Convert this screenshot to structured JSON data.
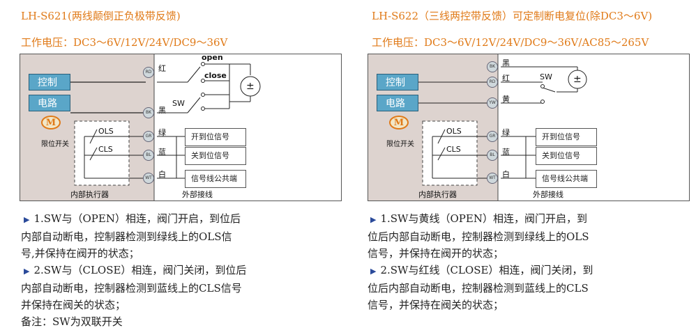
{
  "colors": {
    "orange": "#e07a18",
    "control_blue": "#5aa6c8",
    "bullet_blue": "#2a4a9a"
  },
  "left": {
    "title": "LH-S621(两线颠倒正负极带反馈)",
    "voltage": "工作电压：DC3～6V/12V/24V/DC9～36V",
    "labels": {
      "control": "控制",
      "circuit": "电路",
      "motor": "M",
      "limit_switch": "限位开关",
      "ols": "OLS",
      "cls": "CLS",
      "wire_red": "红",
      "wire_black": "黑",
      "wire_green": "绿",
      "wire_blue": "蓝",
      "wire_white": "白",
      "open": "open",
      "close": "close",
      "sw": "SW",
      "dc_symbol": "±",
      "inner_actuator": "内部执行器",
      "external_wiring": "外部接线"
    },
    "terminals": [
      "RD",
      "BK",
      "GR",
      "BL",
      "WT"
    ],
    "signals": [
      "开到位信号",
      "关到位信号",
      "信号线公共端"
    ],
    "notes": [
      {
        "bullet": true,
        "lines": [
          "1.SW与（OPEN）相连，阀门开启，到位后",
          "内部自动断电，控制器检测到绿线上的OLS信",
          "号,并保持在阀开的状态；"
        ]
      },
      {
        "bullet": true,
        "lines": [
          "2.SW与（CLOSE）相连，阀门关闭，到位后",
          "内部自动断电，控制器检测到蓝线上的CLS信号",
          "并保持在阀关的状态；"
        ]
      },
      {
        "bullet": false,
        "lines": [
          "备注：SW为双联开关"
        ]
      }
    ]
  },
  "right": {
    "title": "LH-S622（三线两控带反馈）可定制断电复位(除DC3～6V)",
    "voltage": "工作电压：DC3～6V/12V/24V/DC9～36V/AC85～265V",
    "labels": {
      "control": "控制",
      "circuit": "电路",
      "motor": "M",
      "limit_switch": "限位开关",
      "ols": "OLS",
      "cls": "CLS",
      "wire_black": "黑",
      "wire_red": "红",
      "wire_yellow": "黄",
      "wire_green": "绿",
      "wire_blue": "蓝",
      "wire_white": "白",
      "sw": "SW",
      "dc_symbol": "±",
      "inner_actuator": "内部执行器",
      "external_wiring": "外部接线"
    },
    "terminals": [
      "BK",
      "RD",
      "YW",
      "GR",
      "BL",
      "WT"
    ],
    "signals": [
      "开到位信号",
      "关到位信号",
      "信号线公共端"
    ],
    "notes": [
      {
        "bullet": true,
        "lines": [
          "1.SW与黄线（OPEN）相连，阀门开启，到",
          "位后内部自动断电，控制器检测到绿线上的OLS",
          "信号，并保持在阀开的状态；"
        ]
      },
      {
        "bullet": true,
        "lines": [
          "2.SW与红线（CLOSE）相连，阀门关闭，到",
          "位后内部自动断电，控制器检测到蓝线上的CLS",
          "信号，并保持在阀关的状态；"
        ]
      }
    ]
  }
}
